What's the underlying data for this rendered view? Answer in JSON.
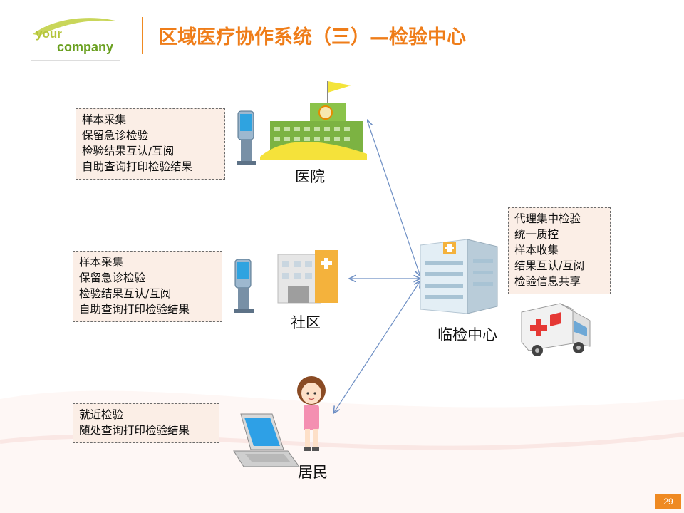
{
  "logo": {
    "your": "your",
    "company": "company"
  },
  "page_title": "区域医疗协作系统（三）—检验中心",
  "nodes": {
    "hospital": {
      "label": "医院",
      "notes": [
        "样本采集",
        "保留急诊检验",
        "检验结果互认/互阅",
        "自助查询打印检验结果"
      ]
    },
    "community": {
      "label": "社区",
      "notes": [
        "样本采集",
        "保留急诊检验",
        "检验结果互认/互阅",
        "自助查询打印检验结果"
      ]
    },
    "resident": {
      "label": "居民",
      "notes": [
        "就近检验",
        "随处查询打印检验结果"
      ]
    },
    "lab_center": {
      "label": "临检中心",
      "notes": [
        "代理集中检验",
        "统一质控",
        "样本收集",
        "结果互认/互阅",
        "检验信息共享"
      ]
    }
  },
  "page_number": "29",
  "colors": {
    "accent": "#ef7d19",
    "note_bg": "#fbeee6",
    "connector": "#6e8fc4",
    "logo_green": "#6aa020"
  },
  "icons": [
    "kiosk-icon",
    "hospital-building-icon",
    "community-building-icon",
    "lab-building-icon",
    "ambulance-icon",
    "laptop-icon",
    "resident-person-icon"
  ]
}
